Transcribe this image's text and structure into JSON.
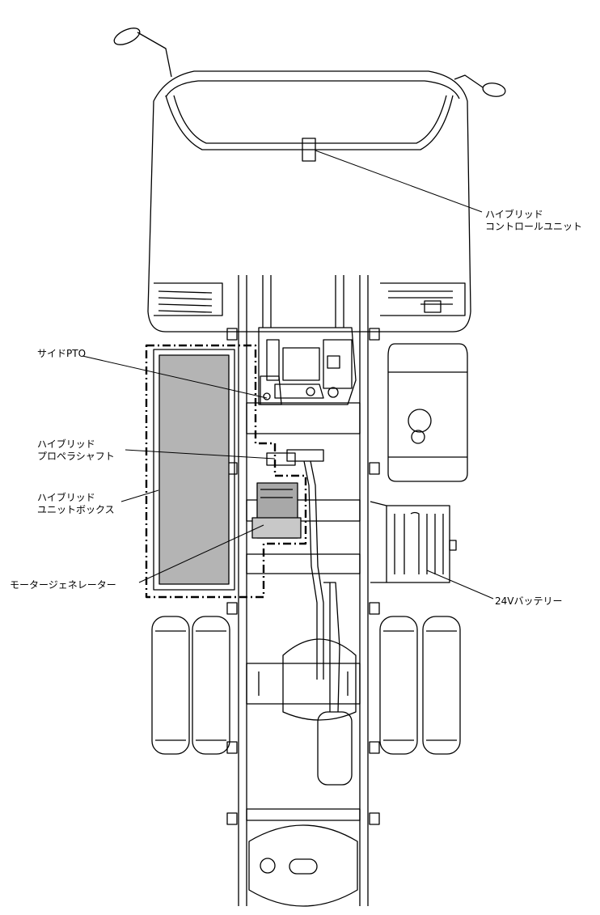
{
  "labels": {
    "hybrid_control_unit": [
      "ハイブリッド",
      "コントロールユニット"
    ],
    "side_pto": "サイドPTO",
    "hybrid_propeller_shaft": [
      "ハイブリッド",
      "プロペラシャフト"
    ],
    "hybrid_unit_box": [
      "ハイブリッド",
      "ユニットボックス"
    ],
    "motor_generator": "モータージェネレーター",
    "battery_24v": "24Vバッテリー"
  },
  "colors": {
    "line": "#000000",
    "unit_box_fill": "#b4b4b4",
    "motor_fill": "#a8a8a8"
  }
}
